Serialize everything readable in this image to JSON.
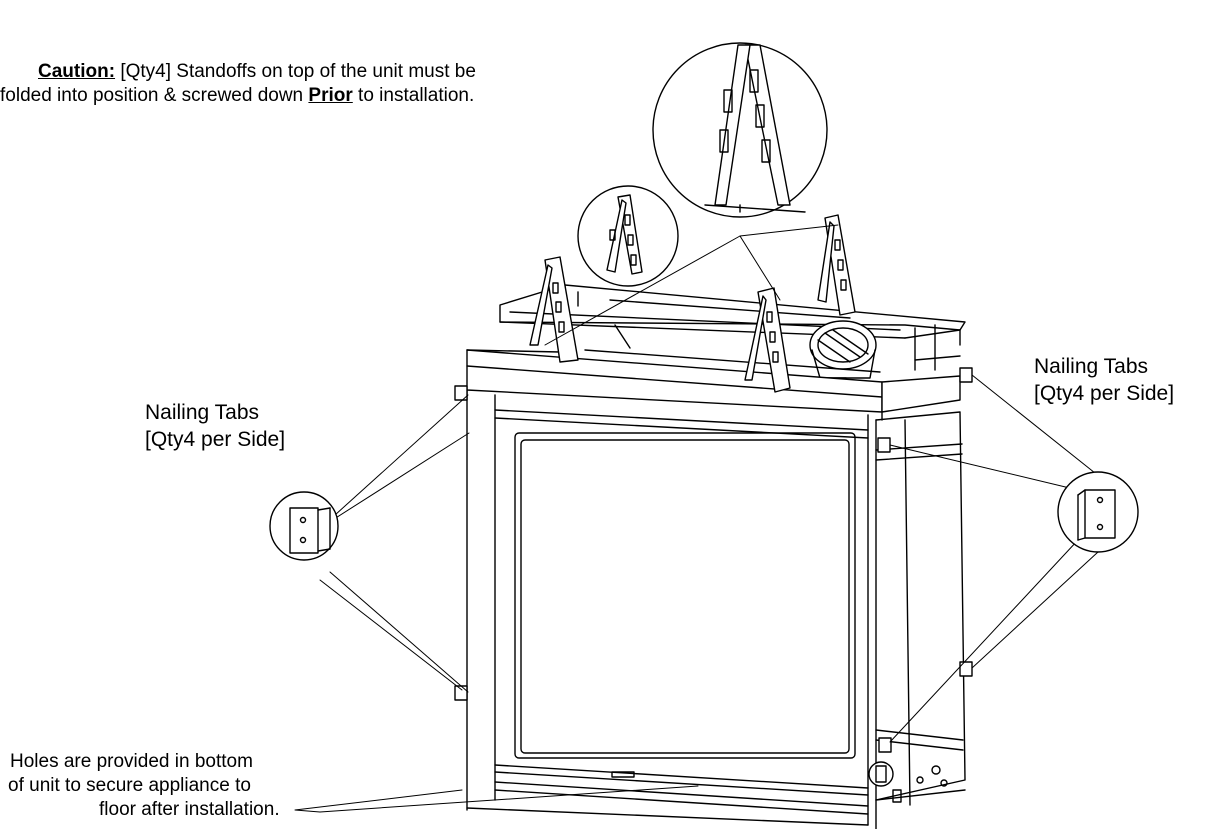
{
  "caution": {
    "title": "Caution:",
    "line1_rest": " [Qty4] Standoffs on top of the unit must be",
    "line2_pre": "folded into position & screwed down ",
    "line2_emph": "Prior",
    "line2_post": " to installation."
  },
  "left_tabs": {
    "line1": "Nailing Tabs",
    "line2": "[Qty4 per Side]"
  },
  "right_tabs": {
    "line1": "Nailing Tabs",
    "line2": "[Qty4 per Side]"
  },
  "bottom_note": {
    "line1": "Holes are provided in bottom",
    "line2": "of unit to secure appliance to",
    "line3": "floor after installation."
  }
}
